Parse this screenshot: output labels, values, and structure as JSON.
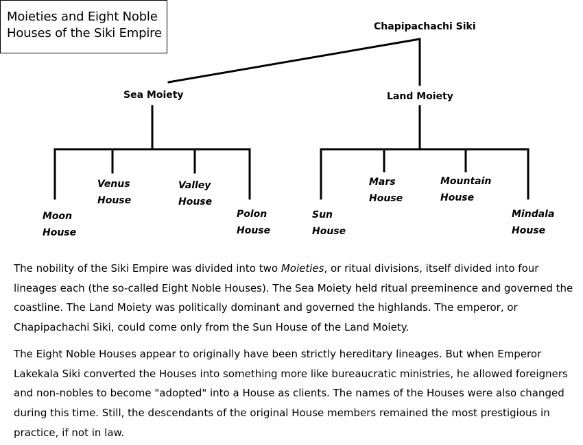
{
  "title": {
    "line1": "Moieties and Eight Noble",
    "line2": "Houses of the Siki Empire"
  },
  "tree": {
    "root": "Chapipachachi Siki",
    "sea_moiety": {
      "label": "Sea Moiety",
      "houses": [
        {
          "line1": "Moon",
          "line2": "House"
        },
        {
          "line1": "Venus",
          "line2": "House"
        },
        {
          "line1": "Valley",
          "line2": "House"
        },
        {
          "line1": "Polon",
          "line2": "House"
        }
      ]
    },
    "land_moiety": {
      "label": "Land Moiety",
      "houses": [
        {
          "line1": "Sun",
          "line2": "House"
        },
        {
          "line1": "Mars",
          "line2": "House"
        },
        {
          "line1": "Mountain",
          "line2": "House"
        },
        {
          "line1": "Mindala",
          "line2": "House"
        }
      ]
    }
  },
  "paragraphs": {
    "p1": {
      "before": "The nobility of the Siki Empire was divided into two ",
      "emphasis": "Moieties",
      "after": ", or ritual divisions, itself divided into four lineages each (the so-called Eight Noble Houses). The Sea Moiety held ritual preeminence and governed the coastline. The Land Moiety was politically dominant and governed the highlands. The emperor, or Chapipachachi Siki, could come only from the Sun House of the Land Moiety."
    },
    "p2": "The Eight Noble Houses appear to originally have been strictly hereditary lineages. But when Emperor Lakekala Siki converted the Houses into something more like bureaucratic ministries, he allowed foreigners and non-nobles to become \"adopted\" into a House as clients. The names of the Houses were also changed during this time. Still, the descendants of the original House members remained the most prestigious in practice, if not in law."
  }
}
